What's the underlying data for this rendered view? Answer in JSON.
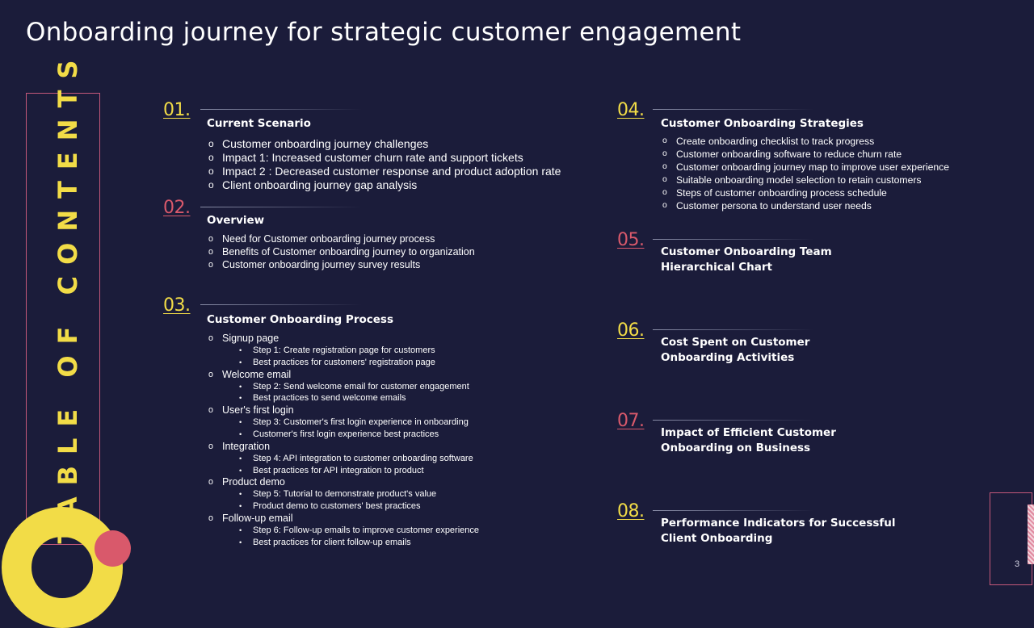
{
  "title": "Onboarding journey for strategic customer engagement",
  "toc_label": "TABLE OF CONTENTS",
  "page_number": "3",
  "colors": {
    "background": "#1b1c3a",
    "yellow": "#f2dc47",
    "pink": "#d9596b"
  },
  "sections": [
    {
      "num": "01.",
      "heading": "Current Scenario",
      "items": [
        "Customer onboarding journey challenges",
        "Impact 1: Increased customer churn rate and support tickets",
        "Impact 2 : Decreased customer response and product adoption rate",
        "Client onboarding journey gap analysis"
      ]
    },
    {
      "num": "02.",
      "heading": "Overview",
      "items": [
        "Need for Customer onboarding  journey process",
        "Benefits of Customer onboarding  journey to organization",
        "Customer onboarding  journey survey results"
      ]
    },
    {
      "num": "03.",
      "heading": "Customer Onboarding Process",
      "items": [
        {
          "label": "Signup page",
          "sub": [
            "Step 1: Create registration page for customers",
            "Best practices for customers' registration page"
          ]
        },
        {
          "label": "Welcome email",
          "sub": [
            "Step 2: Send welcome email for customer engagement",
            "Best practices to send welcome emails"
          ]
        },
        {
          "label": "User's first login",
          "sub": [
            "Step 3: Customer's first login experience in onboarding",
            "Customer's first login experience best practices"
          ]
        },
        {
          "label": "Integration",
          "sub": [
            "Step 4: API integration to customer onboarding software",
            "Best practices for API integration to product"
          ]
        },
        {
          "label": "Product demo",
          "sub": [
            "Step 5: Tutorial to demonstrate product's value",
            "Product demo to customers' best practices"
          ]
        },
        {
          "label": "Follow-up email",
          "sub": [
            "Step 6: Follow-up emails to improve customer experience",
            "Best practices for client follow-up emails"
          ]
        }
      ]
    },
    {
      "num": "04.",
      "heading": "Customer Onboarding Strategies",
      "items": [
        "Create onboarding  checklist to track progress",
        "Customer onboarding  software to reduce churn rate",
        "Customer onboarding  journey map to improve  user experience",
        "Suitable onboarding  model selection to retain customers",
        "Steps of customer onboarding  process schedule",
        "Customer persona to understand user needs"
      ]
    },
    {
      "num": "05.",
      "heading_lines": [
        "Customer Onboarding Team",
        "Hierarchical Chart"
      ]
    },
    {
      "num": "06.",
      "heading_lines": [
        "Cost Spent on Customer",
        "Onboarding Activities"
      ]
    },
    {
      "num": "07.",
      "heading_lines": [
        "Impact of Efficient Customer",
        "Onboarding on Business"
      ]
    },
    {
      "num": "08.",
      "heading_lines": [
        "Performance Indicators for Successful",
        "Client Onboarding"
      ]
    }
  ]
}
